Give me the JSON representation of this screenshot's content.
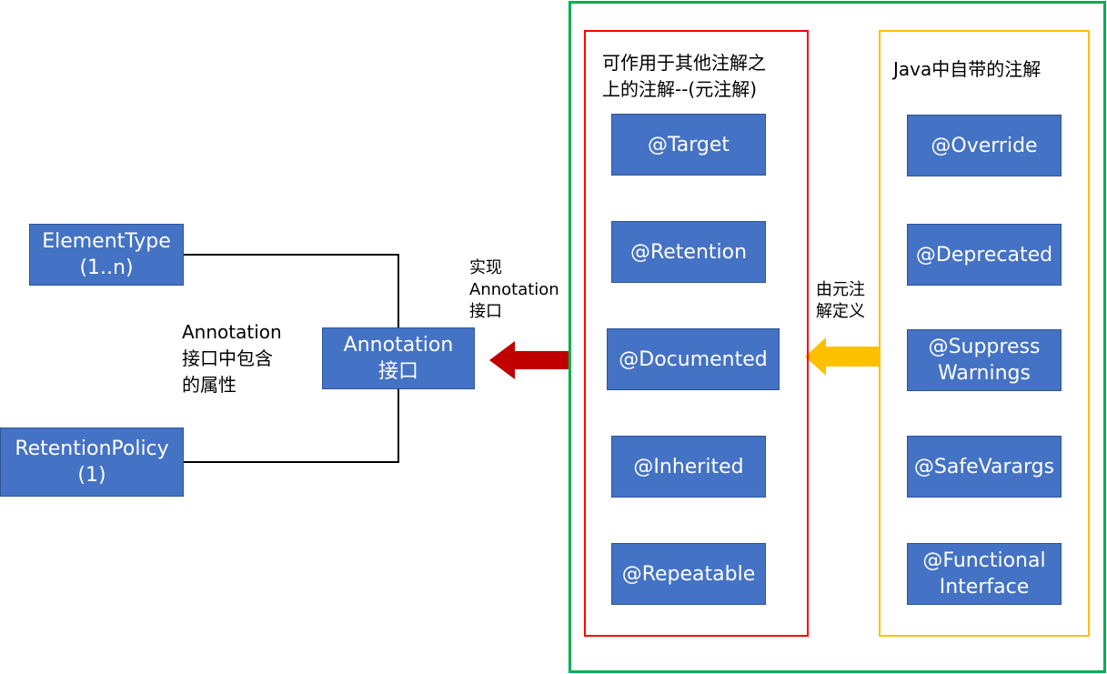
{
  "colors": {
    "box_fill": "#4472c4",
    "box_border": "#2f5597",
    "outer_frame": "#00b050",
    "meta_frame": "#ff0000",
    "builtin_frame": "#ffc000",
    "implement_arrow": "#c00000",
    "define_arrow": "#ffc000",
    "connector": "#000000"
  },
  "left": {
    "element_type": {
      "line1": "ElementType",
      "line2": "(1..n)"
    },
    "retention_policy": {
      "line1": "RetentionPolicy",
      "line2": "(1)"
    },
    "attributes_label": {
      "line1": "Annotation",
      "line2": "接口中包含",
      "line3": "的属性"
    },
    "annotation_interface": {
      "line1": "Annotation",
      "line2": "接口"
    },
    "implement_label": {
      "line1": "实现",
      "line2": "Annotation",
      "line3": "接口"
    }
  },
  "meta": {
    "title_line1": "可作用于其他注解之",
    "title_line2": "上的注解--(元注解)",
    "items": [
      "@Target",
      "@Retention",
      "@Documented",
      "@Inherited",
      "@Repeatable"
    ]
  },
  "builtin": {
    "title": "Java中自带的注解",
    "items": [
      {
        "line1": "@Override",
        "line2": ""
      },
      {
        "line1": "@Deprecated",
        "line2": ""
      },
      {
        "line1": "@Suppress",
        "line2": "Warnings"
      },
      {
        "line1": "@SafeVarargs",
        "line2": ""
      },
      {
        "line1": "@Functional",
        "line2": "Interface"
      }
    ]
  },
  "define_label": {
    "line1": "由元注",
    "line2": "解定义"
  }
}
